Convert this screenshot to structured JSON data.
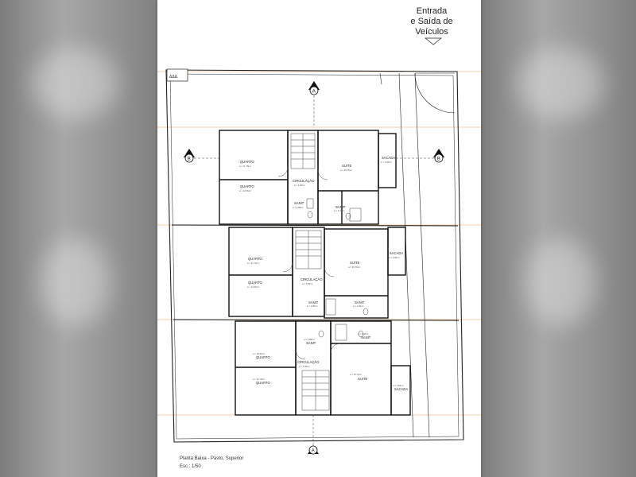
{
  "entrance": {
    "line1": "Entrada",
    "line2": "e Saída de",
    "line3": "Veículos"
  },
  "section_marks": [
    "A",
    "B",
    "B",
    "A"
  ],
  "rooms": {
    "quarto": "QUARTO",
    "suite": "SUITE",
    "circulacao": "CIRCULAÇÃO",
    "sanit": "SANIT",
    "sacada": "SACADA"
  },
  "areas": {
    "u1_quarto_top": "a = 11.78m²",
    "u1_quarto_bot": "a = 10.56m²",
    "u1_suite": "a = 16.76m²",
    "u1_circ": "a = 3.96m²",
    "u1_sanit1": "a = 2.89m²",
    "u1_sanit2": "a = 3.46m²",
    "u1_sacada": "a = 3.96m²",
    "u2_quarto_top": "a = 11.78m²",
    "u2_quarto_bot": "a = 10.56m²",
    "u2_suite": "a = 16.76m²",
    "u2_circ": "a = 3.96m²",
    "u2_sanit": "a = 2.89m²",
    "u2_sanit2": "a = 3.46m²",
    "u2_sacada": "a = 3.96m²",
    "u3_quarto_top": "a = 10.56m²",
    "u3_quarto_bot": "a = 11.78m²",
    "u3_suite": "a = 16.76m²",
    "u3_circ": "a = 3.96m²",
    "u3_sanit1": "a = 2.89m²",
    "u3_sanit2": "a = 3.46m²",
    "u3_sacada": "a = 3.96m²"
  },
  "caption": {
    "title": "Planta Baixa - Pavto. Superior",
    "scale": "Esc.: 1/50"
  },
  "colors": {
    "orange_line": "#f0a050",
    "ink": "#111111",
    "sheet": "#ffffff"
  }
}
